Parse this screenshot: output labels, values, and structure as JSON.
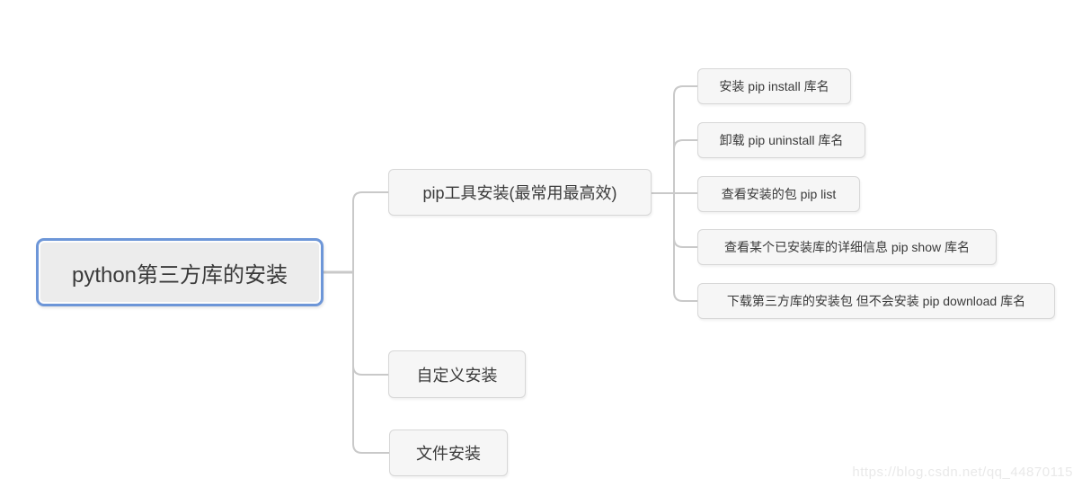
{
  "canvas": {
    "background": "#ffffff",
    "connector_color": "#c9c9c9"
  },
  "mindmap": {
    "node_fill": "#f6f6f6",
    "node_border": "#d7d7d7",
    "text_color": "#3a3a3a",
    "root": {
      "label": "python第三方库的安装",
      "border_color": "#6d96d8",
      "fill_color": "#ececec"
    },
    "branches": [
      {
        "label": "pip工具安装(最常用最高效)",
        "children": [
          {
            "label": "安装 pip install 库名"
          },
          {
            "label": "卸载 pip uninstall 库名"
          },
          {
            "label": "查看安装的包 pip list"
          },
          {
            "label": "查看某个已安装库的详细信息 pip show 库名"
          },
          {
            "label": "下载第三方库的安装包 但不会安装 pip download 库名"
          }
        ]
      },
      {
        "label": "自定义安装",
        "children": []
      },
      {
        "label": "文件安装",
        "children": []
      }
    ]
  },
  "watermark": {
    "text": "https://blog.csdn.net/qq_44870115",
    "color": "#e9e9e9"
  }
}
